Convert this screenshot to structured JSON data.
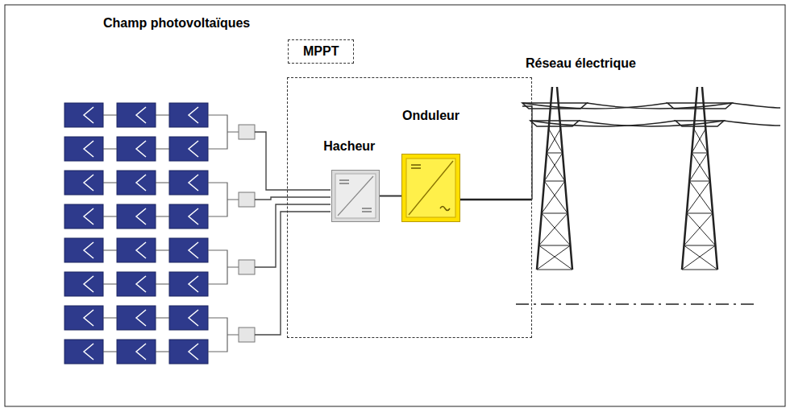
{
  "diagram": {
    "nodes": [
      {
        "text": [
          "MPPT"
        ]
      },
      {
        "text": [
          "Hacheur"
        ],
        "in": 0
      },
      {
        "text": [
          "Onduleur"
        ],
        "in": 0
      }
    ],
    "edges": [
      {
        "from": 1,
        "to": 2,
        "arrow": "none"
      }
    ],
    "labels": [
      "Champ photovoltaïques",
      "Réseau électrique"
    ]
  }
}
